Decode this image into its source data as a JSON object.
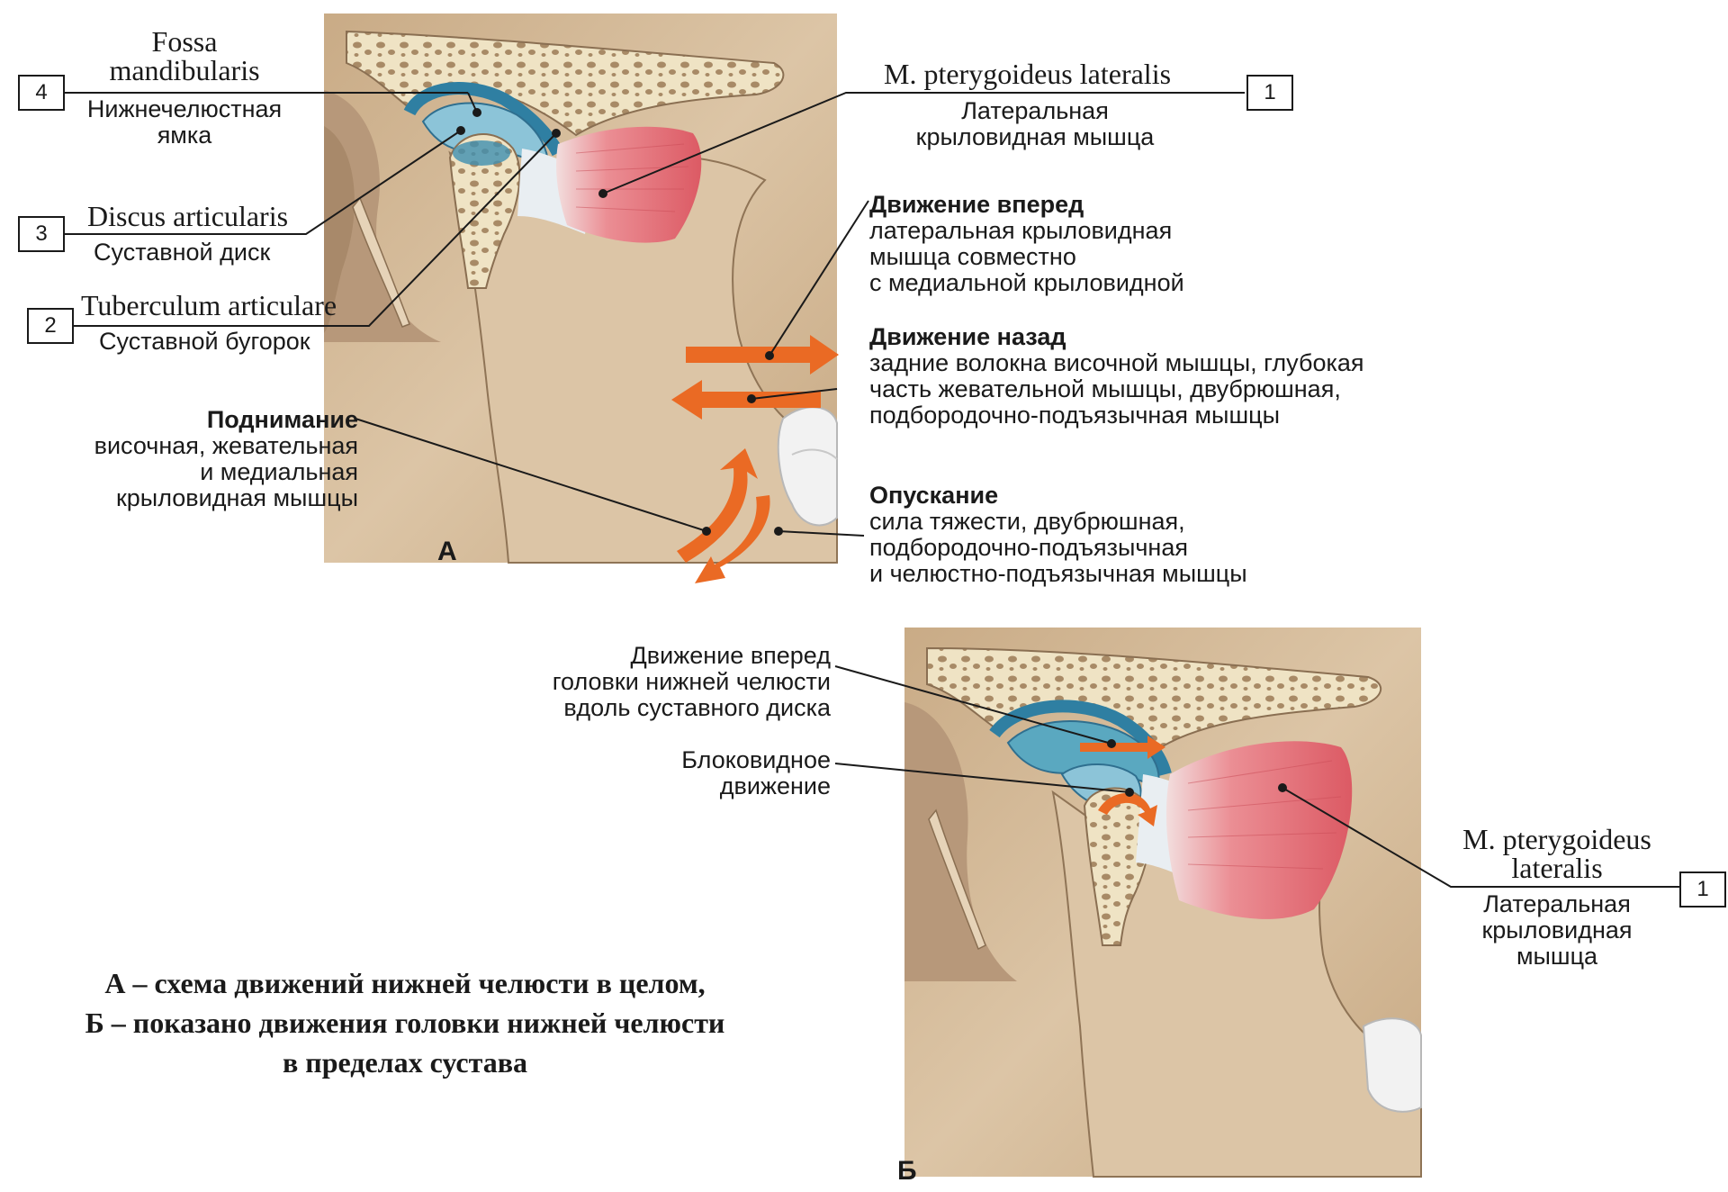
{
  "panel_a": {
    "letter": "А",
    "labels": {
      "fossa": {
        "num": "4",
        "latin": [
          "Fossa",
          "mandibularis"
        ],
        "ru": [
          "Нижнечелюстная",
          "ямка"
        ]
      },
      "discus": {
        "num": "3",
        "latin": "Discus articularis",
        "ru": "Суставной диск"
      },
      "tuberculum": {
        "num": "2",
        "latin": "Tuberculum articulare",
        "ru": "Суставной бугорок"
      },
      "pterygoideus": {
        "num": "1",
        "latin": "M. pterygoideus lateralis",
        "ru": [
          "Латеральная",
          "крыловидная мышца"
        ]
      }
    },
    "movements": {
      "forward": {
        "title": "Движение вперед",
        "lines": [
          "латеральная крыловидная",
          "мышца совместно",
          "с медиальной крыловидной"
        ]
      },
      "backward": {
        "title": "Движение назад",
        "lines": [
          "задние волокна височной мышцы, глубокая",
          "часть жевательной мышцы, двубрюшная,",
          "подбородочно-подъязычная мышцы"
        ]
      },
      "lowering": {
        "title": "Опускание",
        "lines": [
          "сила тяжести, двубрюшная,",
          "подбородочно-подъязычная",
          "и челюстно-подъязычная мышцы"
        ]
      },
      "raising": {
        "title": "Поднимание",
        "lines": [
          "височная, жевательная",
          "и медиальная",
          "крыловидная мышцы"
        ]
      }
    }
  },
  "panel_b": {
    "letter": "Б",
    "forward_glide": [
      "Движение вперед",
      "головки нижней челюсти",
      "вдоль суставного диска"
    ],
    "hinge": [
      "Блоковидное",
      "движение"
    ],
    "pterygoideus": {
      "num": "1",
      "latin": [
        "M. pterygoideus",
        "lateralis"
      ],
      "ru": [
        "Латеральная",
        "крыловидная",
        "мышца"
      ]
    }
  },
  "caption": [
    "А – схема движений нижней челюсти в целом,",
    "Б – показано движения головки нижней челюсти",
    "в пределах сустава"
  ],
  "colors": {
    "bone": "#d9c2a3",
    "bone_shade": "#b59a78",
    "cancellous": "#efe3c4",
    "cartilage": "#3e8fb0",
    "disc": "#8cc4d8",
    "muscle": "#e46a72",
    "tendon": "#e9eef2",
    "arrow": "#ea6a24",
    "tooth": "#f2f2f2"
  }
}
